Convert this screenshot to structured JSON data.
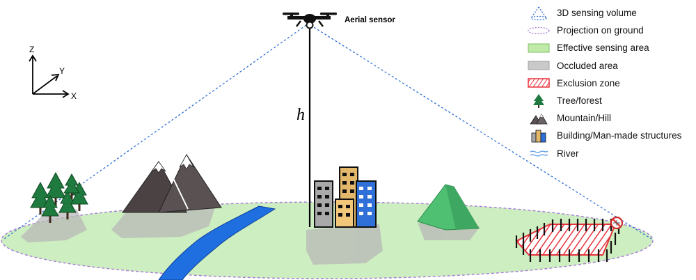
{
  "sensor": {
    "label": "Aerial sensor",
    "height_symbol": "h"
  },
  "axes": {
    "z": "Z",
    "y": "Y",
    "x": "X"
  },
  "legend": {
    "items": [
      {
        "icon": "dashed-cone-icon",
        "label": "3D sensing volume"
      },
      {
        "icon": "dashed-ellipse-icon",
        "label": "Projection on ground"
      },
      {
        "icon": "green-rect-icon",
        "label": "Effective sensing area"
      },
      {
        "icon": "grey-rect-icon",
        "label": "Occluded area"
      },
      {
        "icon": "hatched-red-rect-icon",
        "label": "Exclusion zone"
      },
      {
        "icon": "tree-icon",
        "label": "Tree/forest"
      },
      {
        "icon": "mountain-icon",
        "label": "Mountain/Hill"
      },
      {
        "icon": "building-icon",
        "label": "Building/Man-made structures"
      },
      {
        "icon": "river-icon",
        "label": "River"
      }
    ]
  },
  "colors": {
    "ground": "#cdeec0",
    "ground_outline": "#a77bd6",
    "cone_line": "#2f6fd6",
    "shadow": "#b8b8b8",
    "exclusion": "#e8323a",
    "river": "#1f6fe0",
    "tree": "#1f7a3f",
    "hill": "#4fbf72",
    "mountain": "#5a5152"
  }
}
